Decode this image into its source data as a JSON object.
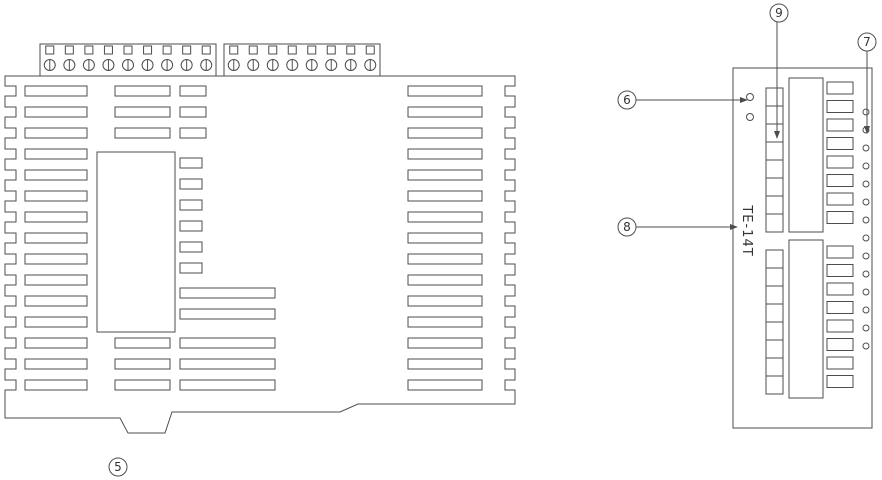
{
  "device_label": "TE-14T",
  "callouts": {
    "view_side": "5",
    "indicator_left": "6",
    "led_column": "7",
    "model_label": "8",
    "terminal_column": "9"
  },
  "colors": {
    "line": "#4d4d4d",
    "text": "#333333",
    "background": "#ffffff"
  }
}
